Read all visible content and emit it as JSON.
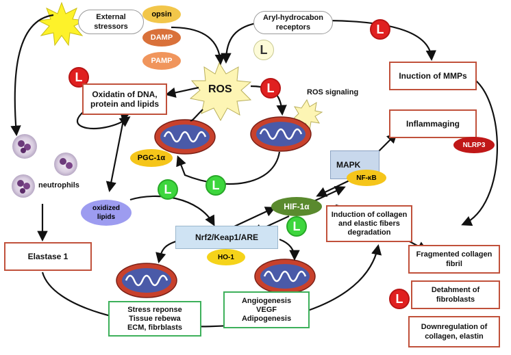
{
  "nodes": {
    "external_stressors": "External\nstressors",
    "opsin": "opsin",
    "damp": "DAMP",
    "pamp": "PAMP",
    "aryl": "Aryl-hydrocabon\nreceptors",
    "ros": "ROS",
    "ros_signaling": "ROS signaling",
    "oxidation": "Oxidatin of DNA,\nprotein and lipids",
    "induction_mmps": "Inuction of MMPs",
    "inflammaging": "Inflammaging",
    "nlrp3": "NLRP3",
    "pgc1a": "PGC-1α",
    "mapk": "MAPK",
    "nfkb": "NF-κB",
    "neutrophils": "neutrophils",
    "oxidized_lipids": "oxidized\nlipids",
    "hif1a": "HIF-1α",
    "collagen_degradation": "Induction of collagen\nand elastic fibers\ndegradation",
    "nrf2": "Nrf2/Keap1/ARE",
    "ho1": "HO-1",
    "elastase": "Elastase 1",
    "fragmented": "Fragmented collagen\nfibril",
    "detachment": "Detahment of\nfibroblasts",
    "downregulation": "Downregulation of\ncollagen, elastin",
    "stress_response": "Stress reponse\nTissue rebewa\nECM, fibrblasts",
    "angiogenesis": "Angiogenesis\nVEGF\nAdipogenesis"
  },
  "badge_letter": "L",
  "colors": {
    "red_box_border": "#c0503a",
    "green_box_border": "#3cb05a",
    "red_badge": "#e02020",
    "green_badge": "#3dd63d",
    "opsin": "#f2c64a",
    "damp": "#d9713a",
    "pamp": "#f0955c",
    "pgc1a": "#f5c51a",
    "oxidized_lipids": "#9d9cf0",
    "hif1a": "#5a8a2e",
    "nrf2": "#cfe3f3",
    "ho1": "#f5d31a",
    "nlrp3": "#c01818",
    "mapk": "#c8d8ec",
    "nfkb": "#f5c51a",
    "mito": "#c8412c"
  }
}
